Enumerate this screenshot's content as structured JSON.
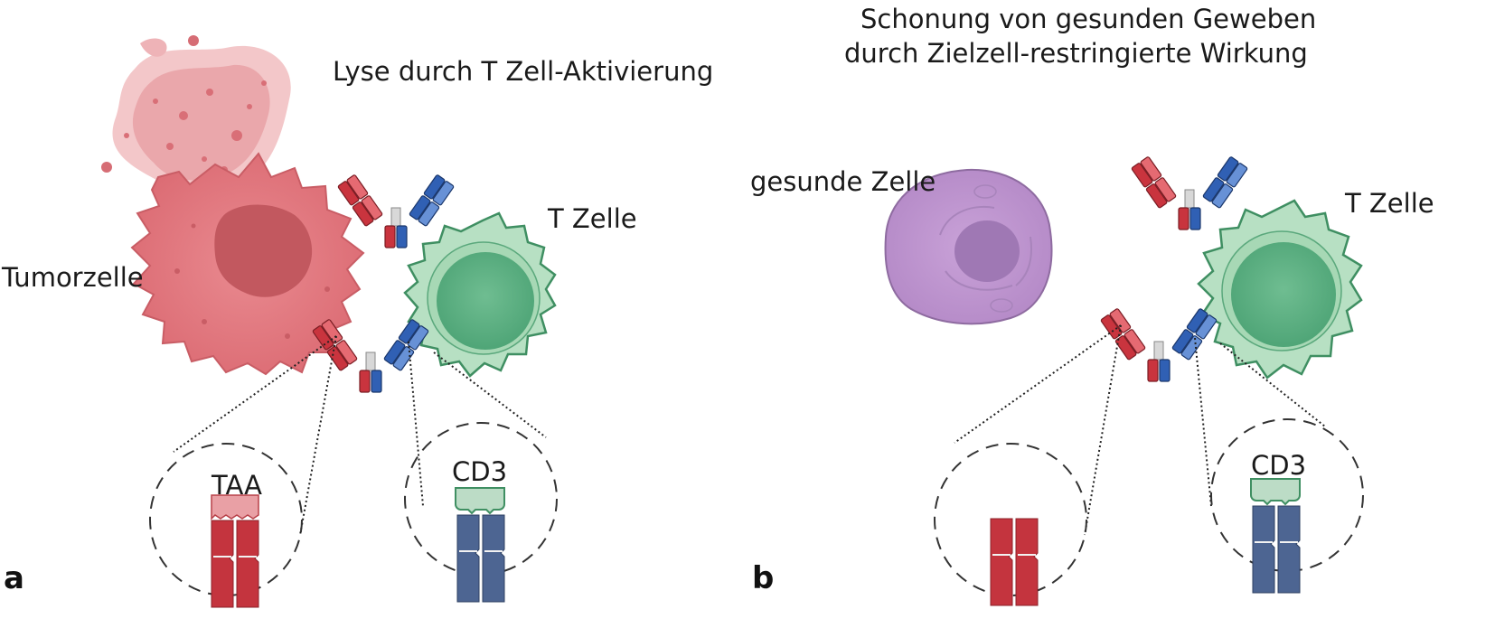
{
  "panels": {
    "a": {
      "letter": "a",
      "title": "Lyse durch T Zell-Aktivierung",
      "tumor_label": "Tumorzelle",
      "tcell_label": "T Zelle",
      "antigen_label": "TAA",
      "cd3_label": "CD3"
    },
    "b": {
      "letter": "b",
      "title_line1": "Schonung von gesunden Geweben",
      "title_line2": "durch Zielzell-restringierte Wirkung",
      "healthy_label": "gesunde Zelle",
      "tcell_label": "T Zelle",
      "cd3_label": "CD3"
    }
  },
  "colors": {
    "tumor": "#e0787e",
    "tumor_nucleus": "#c2585f",
    "debris": "#eeaeb2",
    "tcell": "#8fcfa6",
    "tcell_core": "#58ad80",
    "tcell_outline": "#3f8f62",
    "healthy": "#bf93cf",
    "healthy_nucleus": "#9f78b4",
    "antibody_red": "#c9343e",
    "antibody_blue": "#3060b4",
    "receptor_red": "#c4343e",
    "receptor_blue": "#4d6592",
    "cd3_cap": "#bcdcc6"
  },
  "icons": [
    "tumor-cell-icon",
    "t-cell-icon",
    "healthy-cell-icon",
    "bispecific-antibody-icon",
    "taa-receptor-icon",
    "cd3-receptor-icon"
  ]
}
